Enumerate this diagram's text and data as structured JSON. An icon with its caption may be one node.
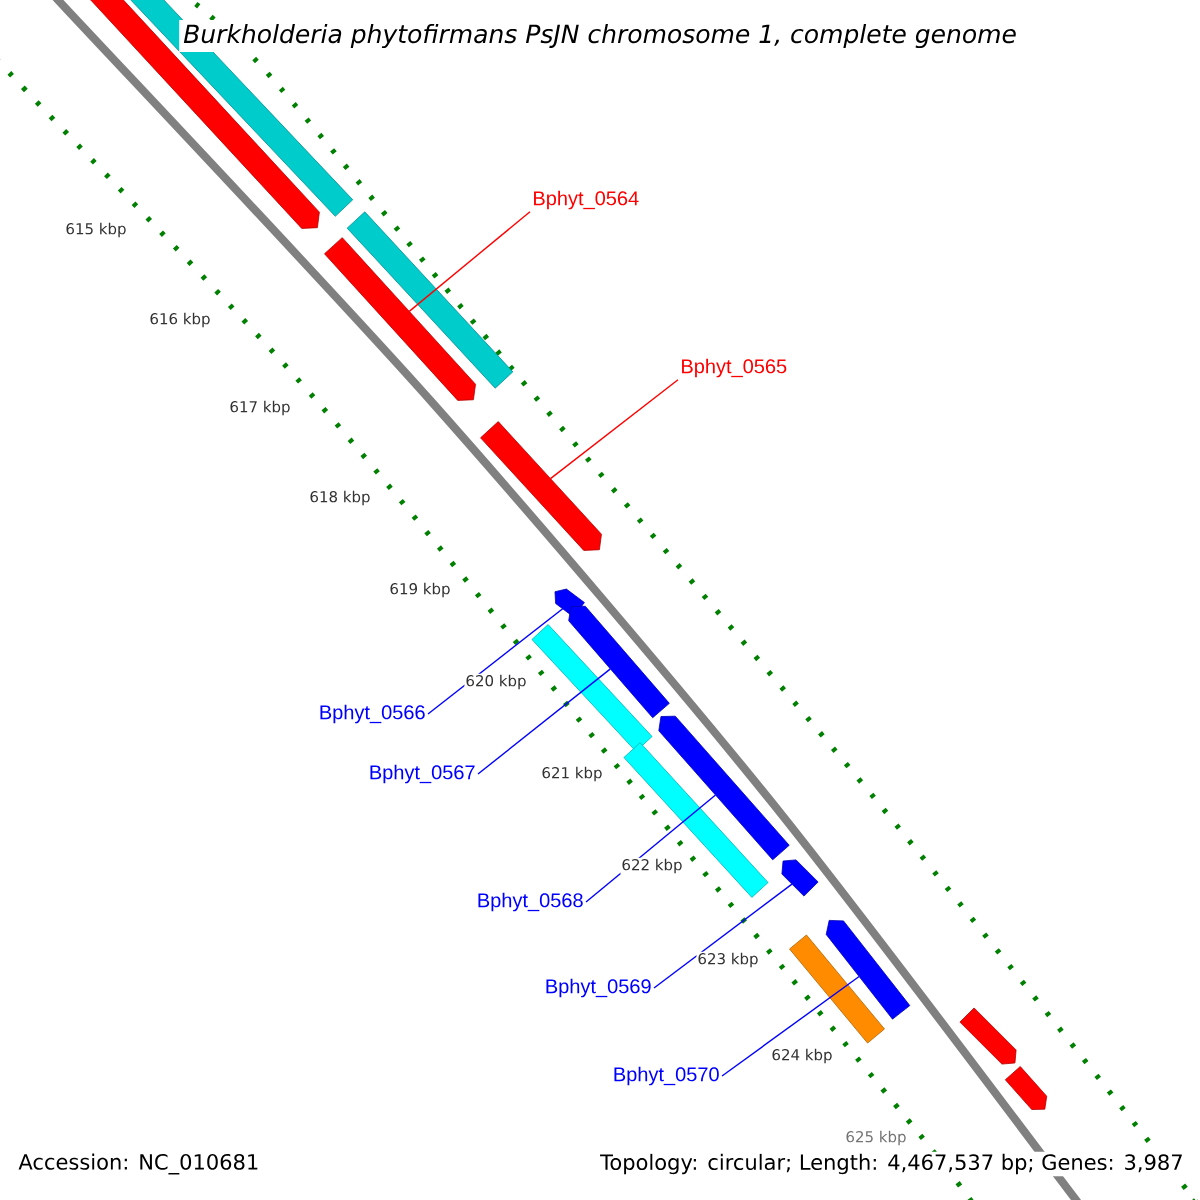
{
  "diagram": {
    "title": "Burkholderia phytofirmans PsJN chromosome 1, complete genome",
    "nodes": [
      {
        "text": [
          "Bphyt_0564"
        ]
      },
      {
        "text": [
          "Bphyt_0565"
        ]
      },
      {
        "text": [
          "Bphyt_0566"
        ]
      },
      {
        "text": [
          "Bphyt_0567"
        ]
      },
      {
        "text": [
          "Bphyt_0568"
        ]
      },
      {
        "text": [
          "Bphyt_0569"
        ]
      },
      {
        "text": [
          "Bphyt_0570"
        ]
      },
      {
        "text": [],
        "shape": "bar"
      },
      {
        "text": [],
        "shape": "bar"
      },
      {
        "text": [],
        "shape": "bar"
      },
      {
        "text": [],
        "shape": "bar"
      },
      {
        "text": [],
        "shape": "bar"
      },
      {
        "text": [],
        "shape": "bar"
      },
      {
        "text": [],
        "shape": "bar"
      },
      {
        "text": [],
        "shape": "bar"
      },
      {
        "text": [],
        "shape": "bar"
      },
      {
        "text": [],
        "shape": "bar"
      },
      {
        "text": [],
        "shape": "bar"
      },
      {
        "text": [],
        "shape": "bar"
      },
      {
        "text": [],
        "shape": "bar"
      },
      {
        "text": [],
        "shape": "bar"
      },
      {
        "text": [],
        "shape": "bar"
      }
    ],
    "edges": [
      {
        "from": 0,
        "to": 9,
        "arrow": "none",
        "color": "#ff0000"
      },
      {
        "from": 1,
        "to": 11,
        "arrow": "none",
        "color": "#ff0000"
      },
      {
        "from": 2,
        "to": 12,
        "arrow": "none"
      },
      {
        "from": 3,
        "to": 13,
        "arrow": "none"
      },
      {
        "from": 4,
        "to": 16,
        "arrow": "none"
      },
      {
        "from": 5,
        "to": 17,
        "arrow": "none"
      },
      {
        "from": 6,
        "to": 19,
        "arrow": "none"
      }
    ],
    "labels": [
      "615 kbp",
      "616 kbp",
      "617 kbp",
      "618 kbp",
      "619 kbp",
      "620 kbp",
      "621 kbp",
      "622 kbp",
      "623 kbp",
      "624 kbp",
      "625 kbp",
      "Accession: NC_010681",
      "Topology: circular; Length: 4,467,537 bp; Genes: 3,987"
    ]
  }
}
